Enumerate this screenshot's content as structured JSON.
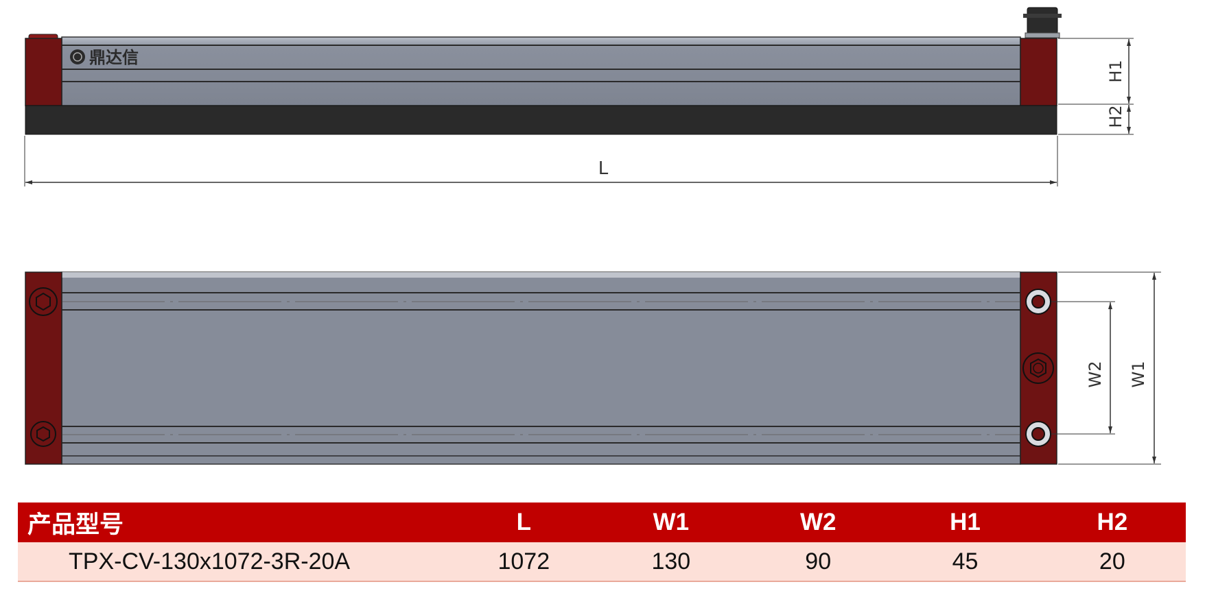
{
  "brand": {
    "logo_text": "鼎达信"
  },
  "dimension_labels": {
    "length": "L",
    "height1": "H1",
    "height2": "H2",
    "width1": "W1",
    "width2": "W2"
  },
  "colors": {
    "end_cap": "#6e1313",
    "body": "#868c99",
    "base": "#2a2a2a",
    "header_bg": "#c00000",
    "row_bg": "#fde0d8"
  },
  "table": {
    "headers": [
      "产品型号",
      "L",
      "W1",
      "W2",
      "H1",
      "H2"
    ],
    "rows": [
      [
        "TPX-CV-130x1072-3R-20A",
        "1072",
        "130",
        "90",
        "45",
        "20"
      ]
    ]
  }
}
